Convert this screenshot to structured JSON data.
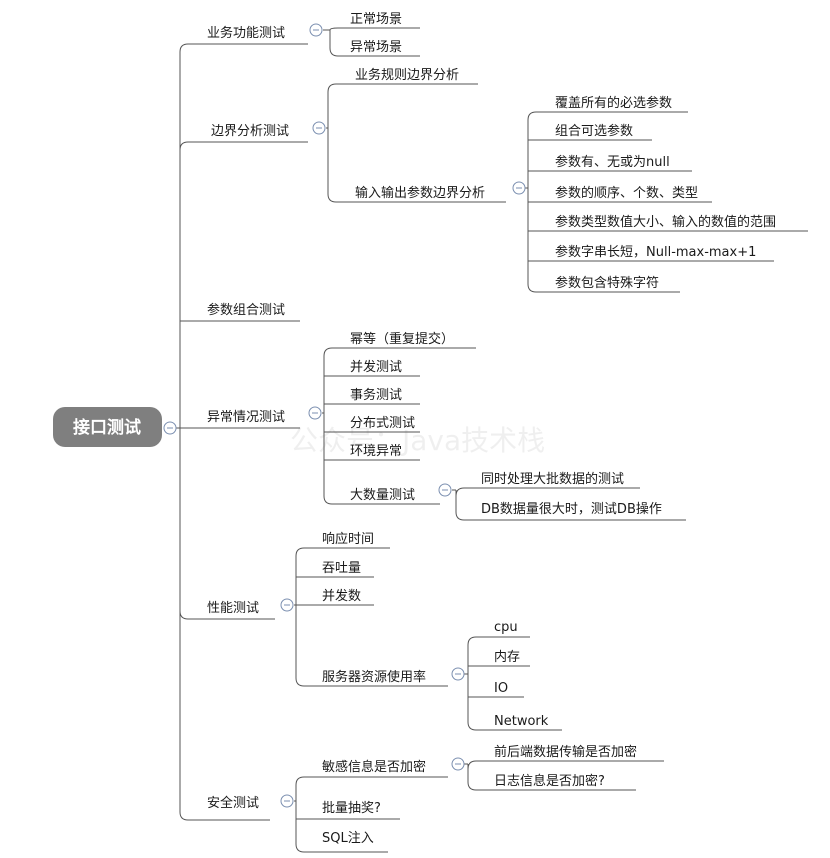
{
  "root": "接口测试",
  "watermark": "公众号：Java技术栈",
  "nodes": {
    "biz": "业务功能测试",
    "biz_normal": "正常场景",
    "biz_abnormal": "异常场景",
    "bound": "边界分析测试",
    "bound_rule": "业务规则边界分析",
    "bound_io": "输入输出参数边界分析",
    "io_1": "覆盖所有的必选参数",
    "io_2": "组合可选参数",
    "io_3": "参数有、无或为null",
    "io_4": "参数的顺序、个数、类型",
    "io_5": "参数类型数值大小、输入的数值的范围",
    "io_6": "参数字串长短，Null-max-max+1",
    "io_7": "参数包含特殊字符",
    "combo": "参数组合测试",
    "exc": "异常情况测试",
    "exc_1": "幂等（重复提交）",
    "exc_2": "并发测试",
    "exc_3": "事务测试",
    "exc_4": "分布式测试",
    "exc_5": "环境异常",
    "exc_6": "大数量测试",
    "big_1": "同时处理大批数据的测试",
    "big_2": "DB数据量很大时，测试DB操作",
    "perf": "性能测试",
    "perf_1": "响应时间",
    "perf_2": "吞吐量",
    "perf_3": "并发数",
    "perf_4": "服务器资源使用率",
    "res_1": "cpu",
    "res_2": "内存",
    "res_3": "IO",
    "res_4": "Network",
    "sec": "安全测试",
    "sec_1": "敏感信息是否加密",
    "enc_1": "前后端数据传输是否加密",
    "enc_2": "日志信息是否加密?",
    "sec_2": "批量抽奖?",
    "sec_3": "SQL注入"
  }
}
